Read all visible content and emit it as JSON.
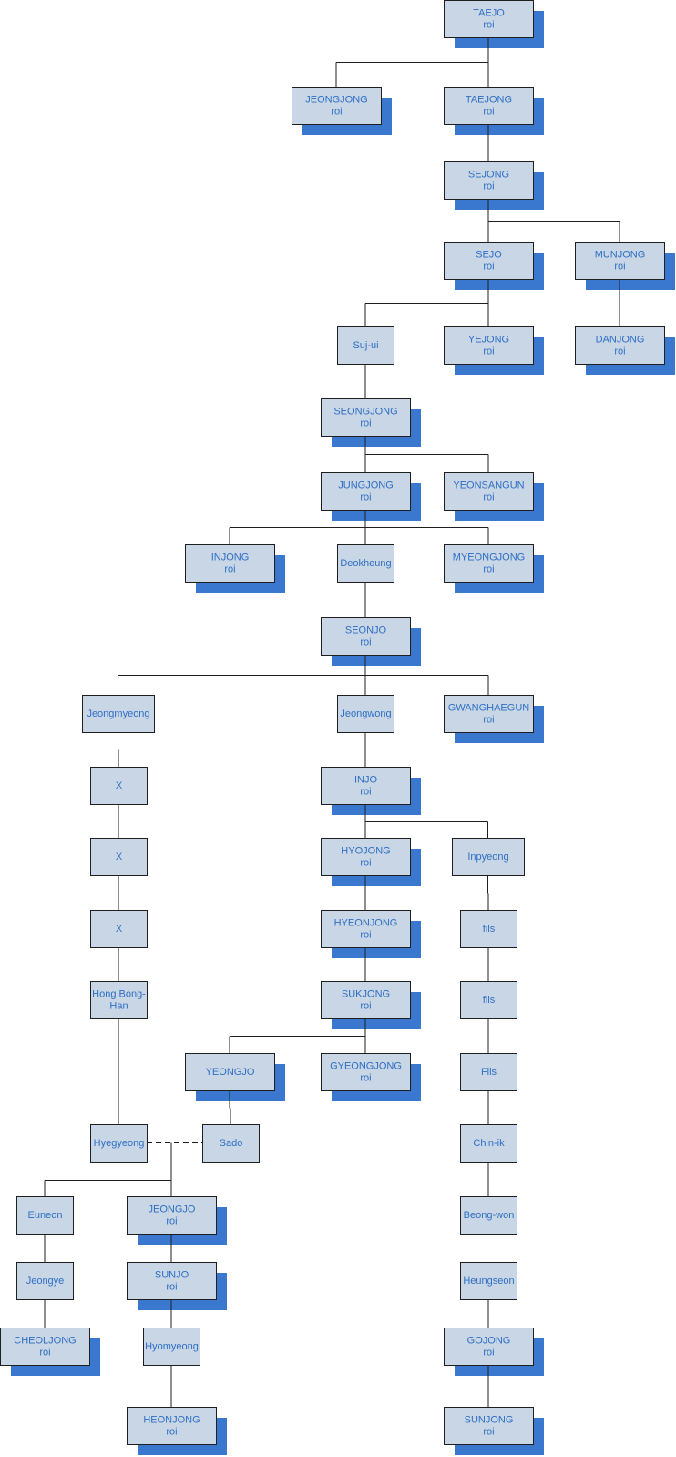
{
  "colors": {
    "box_fill": "#c9d6e6",
    "box_border": "#1f1f1f",
    "shadow": "#3a78d0",
    "text": "#2e6fc4",
    "line": "#1f1f1f"
  },
  "nodes": {
    "taejo": {
      "name": "TAEJO",
      "title": "roi"
    },
    "jeongjong": {
      "name": "JEONGJONG",
      "title": "roi"
    },
    "taejong": {
      "name": "TAEJONG",
      "title": "roi"
    },
    "sejong": {
      "name": "SEJONG",
      "title": "roi"
    },
    "sejo": {
      "name": "SEJO",
      "title": "roi"
    },
    "munjong": {
      "name": "MUNJONG",
      "title": "roi"
    },
    "suj_ui": {
      "name": "Suj-ui"
    },
    "yejong": {
      "name": "YEJONG",
      "title": "roi"
    },
    "danjong": {
      "name": "DANJONG",
      "title": "roi"
    },
    "seongjong": {
      "name": "SEONGJONG",
      "title": "roi"
    },
    "jungjong": {
      "name": "JUNGJONG",
      "title": "roi"
    },
    "yeonsangun": {
      "name": "YEONSANGUN",
      "title": "roi"
    },
    "injong": {
      "name": "INJONG",
      "title": "roi"
    },
    "deokheung": {
      "name": "Deokheung"
    },
    "myeongjong": {
      "name": "MYEONGJONG",
      "title": "roi"
    },
    "seonjo": {
      "name": "SEONJO",
      "title": "roi"
    },
    "jeongmyeong": {
      "name": "Jeongmyeong"
    },
    "jeongwong": {
      "name": "Jeongwong"
    },
    "gwanghaegun": {
      "name": "GWANGHAEGUN",
      "title": "roi"
    },
    "x1": {
      "name": "X"
    },
    "injo": {
      "name": "INJO",
      "title": "roi"
    },
    "x2": {
      "name": "X"
    },
    "hyojong": {
      "name": "HYOJONG",
      "title": "roi"
    },
    "inpyeong": {
      "name": "Inpyeong"
    },
    "x3": {
      "name": "X"
    },
    "hyeonjong": {
      "name": "HYEONJONG",
      "title": "roi"
    },
    "fils1": {
      "name": "fils"
    },
    "hong": {
      "name": "Hong Bong-",
      "title": "Han"
    },
    "sukjong": {
      "name": "SUKJONG",
      "title": "roi"
    },
    "fils2": {
      "name": "fils"
    },
    "yeongjo": {
      "name": "YEONGJO"
    },
    "gyeongjong": {
      "name": "GYEONGJONG",
      "title": "roi"
    },
    "fils3": {
      "name": "Fils"
    },
    "hyegyeong": {
      "name": "Hyegyeong"
    },
    "sado": {
      "name": "Sado"
    },
    "chinik": {
      "name": "Chin-ik"
    },
    "euneon": {
      "name": "Euneon"
    },
    "jeongjo": {
      "name": "JEONGJO",
      "title": "roi"
    },
    "beongwon": {
      "name": "Beong-won"
    },
    "jeongye": {
      "name": "Jeongye"
    },
    "sunjo": {
      "name": "SUNJO",
      "title": "roi"
    },
    "heungseon": {
      "name": "Heungseon"
    },
    "cheoljong": {
      "name": "CHEOLJONG",
      "title": "roi"
    },
    "hyomyeong": {
      "name": "Hyomyeong"
    },
    "gojong": {
      "name": "GOJONG",
      "title": "roi"
    },
    "heonjong": {
      "name": "HEONJONG",
      "title": "roi"
    },
    "sunjong": {
      "name": "SUNJONG",
      "title": "roi"
    }
  },
  "edges": [
    [
      "taejo",
      "jeongjong"
    ],
    [
      "taejo",
      "taejong"
    ],
    [
      "taejong",
      "sejong"
    ],
    [
      "sejong",
      "sejo"
    ],
    [
      "sejong",
      "munjong"
    ],
    [
      "sejo",
      "suj_ui"
    ],
    [
      "sejo",
      "yejong"
    ],
    [
      "munjong",
      "danjong"
    ],
    [
      "suj_ui",
      "seongjong"
    ],
    [
      "seongjong",
      "jungjong"
    ],
    [
      "seongjong",
      "yeonsangun"
    ],
    [
      "jungjong",
      "injong"
    ],
    [
      "jungjong",
      "deokheung"
    ],
    [
      "jungjong",
      "myeongjong"
    ],
    [
      "deokheung",
      "seonjo"
    ],
    [
      "seonjo",
      "jeongmyeong"
    ],
    [
      "seonjo",
      "jeongwong"
    ],
    [
      "seonjo",
      "gwanghaegun"
    ],
    [
      "jeongmyeong",
      "x1"
    ],
    [
      "x1",
      "x2"
    ],
    [
      "x2",
      "x3"
    ],
    [
      "x3",
      "hong"
    ],
    [
      "hong",
      "hyegyeong"
    ],
    [
      "jeongwong",
      "injo"
    ],
    [
      "injo",
      "hyojong"
    ],
    [
      "injo",
      "inpyeong"
    ],
    [
      "hyojong",
      "hyeonjong"
    ],
    [
      "hyeonjong",
      "sukjong"
    ],
    [
      "sukjong",
      "yeongjo"
    ],
    [
      "sukjong",
      "gyeongjong"
    ],
    [
      "yeongjo",
      "sado"
    ],
    [
      "inpyeong",
      "fils1"
    ],
    [
      "fils1",
      "fils2"
    ],
    [
      "fils2",
      "fils3"
    ],
    [
      "fils3",
      "chinik"
    ],
    [
      "chinik",
      "beongwon"
    ],
    [
      "heungseon",
      "gojong"
    ],
    [
      "gojong",
      "sunjong"
    ],
    [
      "euneon",
      "jeongye"
    ],
    [
      "jeongye",
      "cheoljong"
    ],
    [
      "jeongjo",
      "sunjo"
    ],
    [
      "sunjo",
      "hyomyeong"
    ],
    [
      "hyomyeong",
      "heonjong"
    ]
  ],
  "marriage": {
    "between": [
      "hyegyeong",
      "sado"
    ],
    "children": [
      "euneon",
      "jeongjo"
    ]
  }
}
